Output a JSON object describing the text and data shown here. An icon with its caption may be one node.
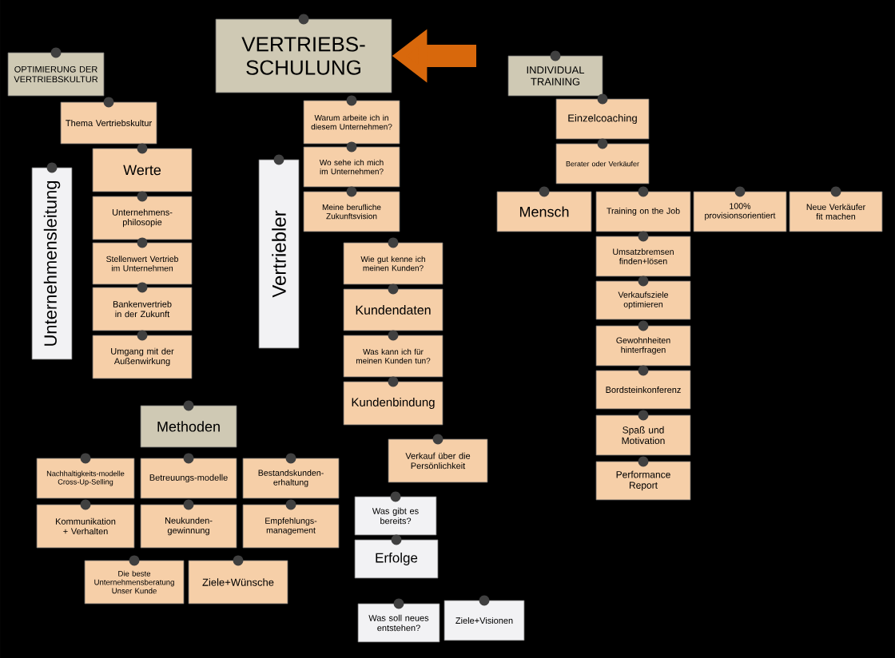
{
  "diagram": {
    "nodes": [
      {
        "text": [
          "OPTIMIERUNG DER VERTRIEBSKULTUR"
        ]
      },
      {
        "text": [
          "Thema Vertriebskultur"
        ]
      },
      {
        "text": [
          "Unternehmensleitung"
        ]
      },
      {
        "text": [
          "Werte"
        ]
      },
      {
        "text": [
          "Unternehmens-philosopie"
        ]
      },
      {
        "text": [
          "Stellenwert Vertrieb im Unternehmen"
        ]
      },
      {
        "text": [
          "Bankenvertrieb in der Zukunft"
        ]
      },
      {
        "text": [
          "Umgang mit der Außenwirkung"
        ]
      },
      {
        "text": [
          "VERTRIEBS-SCHULUNG"
        ]
      },
      {
        "text": [
          "Warum arbeite ich in diesem Unternehmen?"
        ]
      },
      {
        "text": [
          "Wo sehe ich mich im Unternehmen?"
        ]
      },
      {
        "text": [
          "Meine berufliche Zukunftsvision"
        ]
      },
      {
        "text": [
          "Vertriebler"
        ]
      },
      {
        "text": [
          "Wie gut kenne ich meinen Kunden?"
        ]
      },
      {
        "text": [
          "Kundendaten"
        ]
      },
      {
        "text": [
          "Was kann ich für meinen Kunden tun?"
        ]
      },
      {
        "text": [
          "Kundenbindung"
        ]
      },
      {
        "text": [
          "Verkauf über die Persönlichkeit"
        ]
      },
      {
        "text": [
          "Was gibt es bereits?"
        ]
      },
      {
        "text": [
          "Erfolge"
        ]
      },
      {
        "text": [
          "Was soll neues entstehen?"
        ]
      },
      {
        "text": [
          "Ziele+Visionen"
        ]
      },
      {
        "text": [
          "INDIVIDUAL TRAINING"
        ]
      },
      {
        "text": [
          "Einzelcoaching"
        ]
      },
      {
        "text": [
          "Berater oder Verkäufer"
        ]
      },
      {
        "text": [
          "Mensch"
        ]
      },
      {
        "text": [
          "Training on the Job"
        ]
      },
      {
        "text": [
          "100% provisionsorientiert"
        ]
      },
      {
        "text": [
          "Neue Verkäufer fit machen"
        ]
      },
      {
        "text": [
          "Umsatzbremsen finden+lösen"
        ]
      },
      {
        "text": [
          "Verkaufsziele optimieren"
        ]
      },
      {
        "text": [
          "Gewohnheiten hinterfragen"
        ]
      },
      {
        "text": [
          "Bordsteinkonferenz"
        ]
      },
      {
        "text": [
          "Spaß und Motivation"
        ]
      },
      {
        "text": [
          "Performance Report"
        ]
      },
      {
        "text": [
          "Methoden"
        ]
      },
      {
        "text": [
          "Nachhaltigkeits-modelle Cross-Up-Selling"
        ]
      },
      {
        "text": [
          "Betreuungs-modelle"
        ]
      },
      {
        "text": [
          "Bestandskunden-erhaltung"
        ]
      },
      {
        "text": [
          "Kommunikation + Verhalten"
        ]
      },
      {
        "text": [
          "Neukunden-gewinnung"
        ]
      },
      {
        "text": [
          "Empfehlungs-management"
        ]
      },
      {
        "text": [
          "Die beste Unternehmensberatung Unser Kunde"
        ]
      },
      {
        "text": [
          "Ziele+Wünsche"
        ]
      }
    ],
    "edges": [
      {
        "from": null,
        "to": 8,
        "arrow": "to",
        "color": "#d8680c"
      }
    ]
  }
}
